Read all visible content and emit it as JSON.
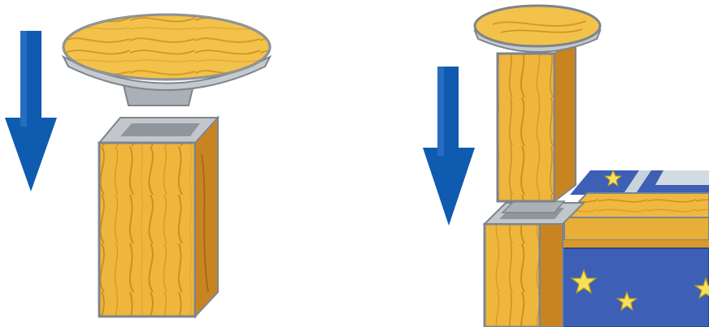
{
  "figure": {
    "panels": [
      {
        "id": "left",
        "step": "cap-above-post",
        "arrow": "down"
      },
      {
        "id": "right",
        "step": "cap-inserted-on-corner-post",
        "arrow": "down"
      }
    ]
  },
  "colors": {
    "wood_light": "#f2c24a",
    "wood_mid": "#e0a62c",
    "wood_dark": "#b9781a",
    "wood_grain": "#c98b22",
    "metal_light": "#d9dcdf",
    "metal_mid": "#aab0b6",
    "metal_dark": "#7d858c",
    "arrow_blue": "#0f5bb0",
    "arrow_blue_dark": "#0a4a92",
    "panel_blue": "#3d5fb6",
    "star_yellow": "#f6e15a",
    "glass": "#c9d3db"
  },
  "icons": {
    "arrow": "arrow-down-icon",
    "star": "star-icon"
  }
}
